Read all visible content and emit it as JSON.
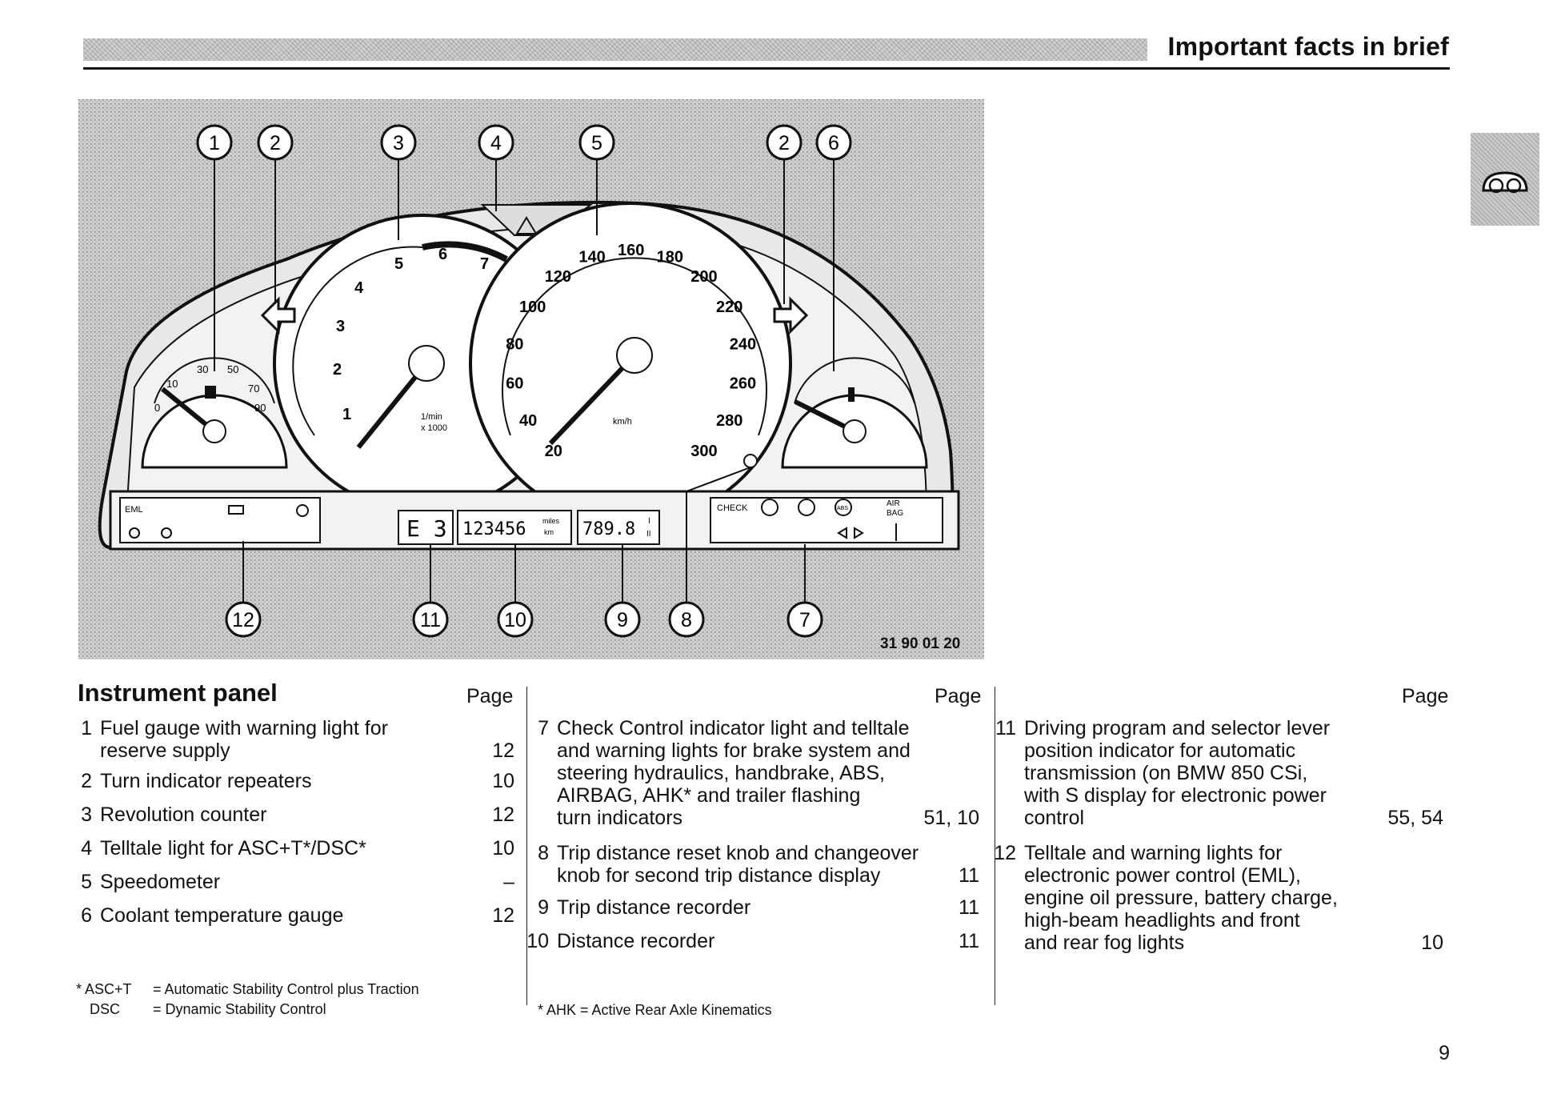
{
  "header": {
    "title": "Important facts in brief"
  },
  "figure": {
    "code": "31 90 01 20",
    "callouts": [
      "1",
      "2",
      "3",
      "4",
      "5",
      "2",
      "6",
      "12",
      "11",
      "10",
      "9",
      "8",
      "7"
    ],
    "tach_labels": [
      "1",
      "2",
      "3",
      "4",
      "5",
      "6",
      "7"
    ],
    "tach_unit": [
      "1/min",
      "x 1000"
    ],
    "speed_labels": [
      "20",
      "40",
      "60",
      "80",
      "100",
      "120",
      "140",
      "160",
      "180",
      "200",
      "220",
      "240",
      "260",
      "280",
      "300"
    ],
    "speed_unit": "km/h",
    "fuel_labels": [
      "0",
      "10",
      "30",
      "50",
      "70",
      "90"
    ],
    "lcd_gear": "E 3",
    "lcd_odometer": "123456",
    "lcd_odo_unit": [
      "miles",
      "km"
    ],
    "lcd_trip": "789.8",
    "lcd_trip_marks": [
      "I",
      "II"
    ],
    "warn_left": [
      "EML"
    ],
    "warn_right": [
      "CHECK",
      "ABS",
      "AIR",
      "BAG"
    ]
  },
  "panel": {
    "title": "Instrument panel",
    "page_label": "Page"
  },
  "col1": [
    {
      "num": "1",
      "lines": [
        "Fuel gauge with warning light for",
        "reserve supply"
      ],
      "page": "12"
    },
    {
      "num": "2",
      "lines": [
        "Turn indicator repeaters"
      ],
      "page": "10"
    },
    {
      "num": "3",
      "lines": [
        "Revolution counter"
      ],
      "page": "12"
    },
    {
      "num": "4",
      "lines": [
        "Telltale light for ASC+T*/DSC*"
      ],
      "page": "10"
    },
    {
      "num": "5",
      "lines": [
        "Speedometer"
      ],
      "page": "–"
    },
    {
      "num": "6",
      "lines": [
        "Coolant temperature gauge"
      ],
      "page": "12"
    }
  ],
  "col2": [
    {
      "num": "7",
      "lines": [
        "Check Control indicator light and telltale",
        "and warning lights for brake system and",
        "steering hydraulics, handbrake, ABS,",
        "AIRBAG, AHK* and trailer flashing",
        "turn indicators"
      ],
      "page": "51, 10"
    },
    {
      "num": "8",
      "lines": [
        "Trip distance reset knob and changeover",
        "knob for second trip distance display"
      ],
      "page": "11"
    },
    {
      "num": "9",
      "lines": [
        "Trip distance recorder"
      ],
      "page": "11"
    },
    {
      "num": "10",
      "lines": [
        "Distance recorder"
      ],
      "page": "11"
    }
  ],
  "col3": [
    {
      "num": "11",
      "lines": [
        "Driving program and selector lever",
        "position indicator for automatic",
        "transmission (on BMW 850 CSi,",
        "with S display for electronic power",
        "control"
      ],
      "page": "55, 54"
    },
    {
      "num": "12",
      "lines": [
        "Telltale and warning lights for",
        "electronic power control (EML),",
        "engine oil pressure, battery charge,",
        "high-beam headlights and front",
        "and rear fog lights"
      ],
      "page": "10"
    }
  ],
  "footnotes": {
    "left": [
      {
        "key": "* ASC+T",
        "value": "= Automatic Stability Control plus Traction"
      },
      {
        "key": "DSC",
        "value": "= Dynamic Stability Control"
      }
    ],
    "center": "* AHK = Active Rear Axle Kinematics"
  },
  "page_number": "9"
}
